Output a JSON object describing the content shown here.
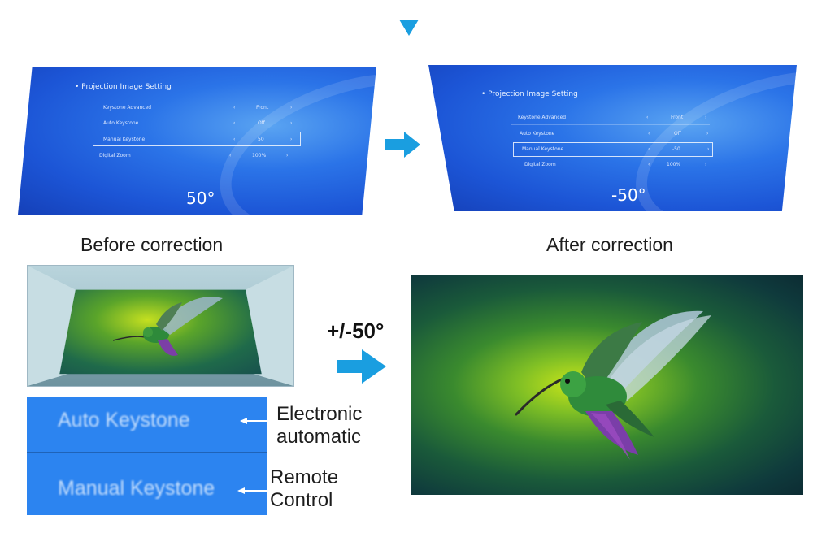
{
  "settings_menu": {
    "title": "• Projection Image Setting",
    "rows": [
      {
        "label": "Keystone Advanced",
        "value": "Front"
      },
      {
        "label": "Auto Keystone",
        "value": "Off"
      },
      {
        "label": "Manual Keystone",
        "value_before": "50",
        "value_after": "-50"
      },
      {
        "label": "Digital Zoom",
        "value": "100%"
      }
    ]
  },
  "before": {
    "angle": "50°",
    "caption": "Before correction"
  },
  "after": {
    "angle": "-50°",
    "caption": "After correction"
  },
  "correction_label": "+/-50°",
  "zoom_menu": {
    "items": [
      "Auto Keystone",
      "Manual Keystone"
    ]
  },
  "notes": {
    "auto_line1": "Electronic",
    "auto_line2": "automatic",
    "manual_line1": "Remote",
    "manual_line2": "Control"
  },
  "colors": {
    "accent": "#1a9ee0",
    "screen_blue": "#1c55d6"
  }
}
